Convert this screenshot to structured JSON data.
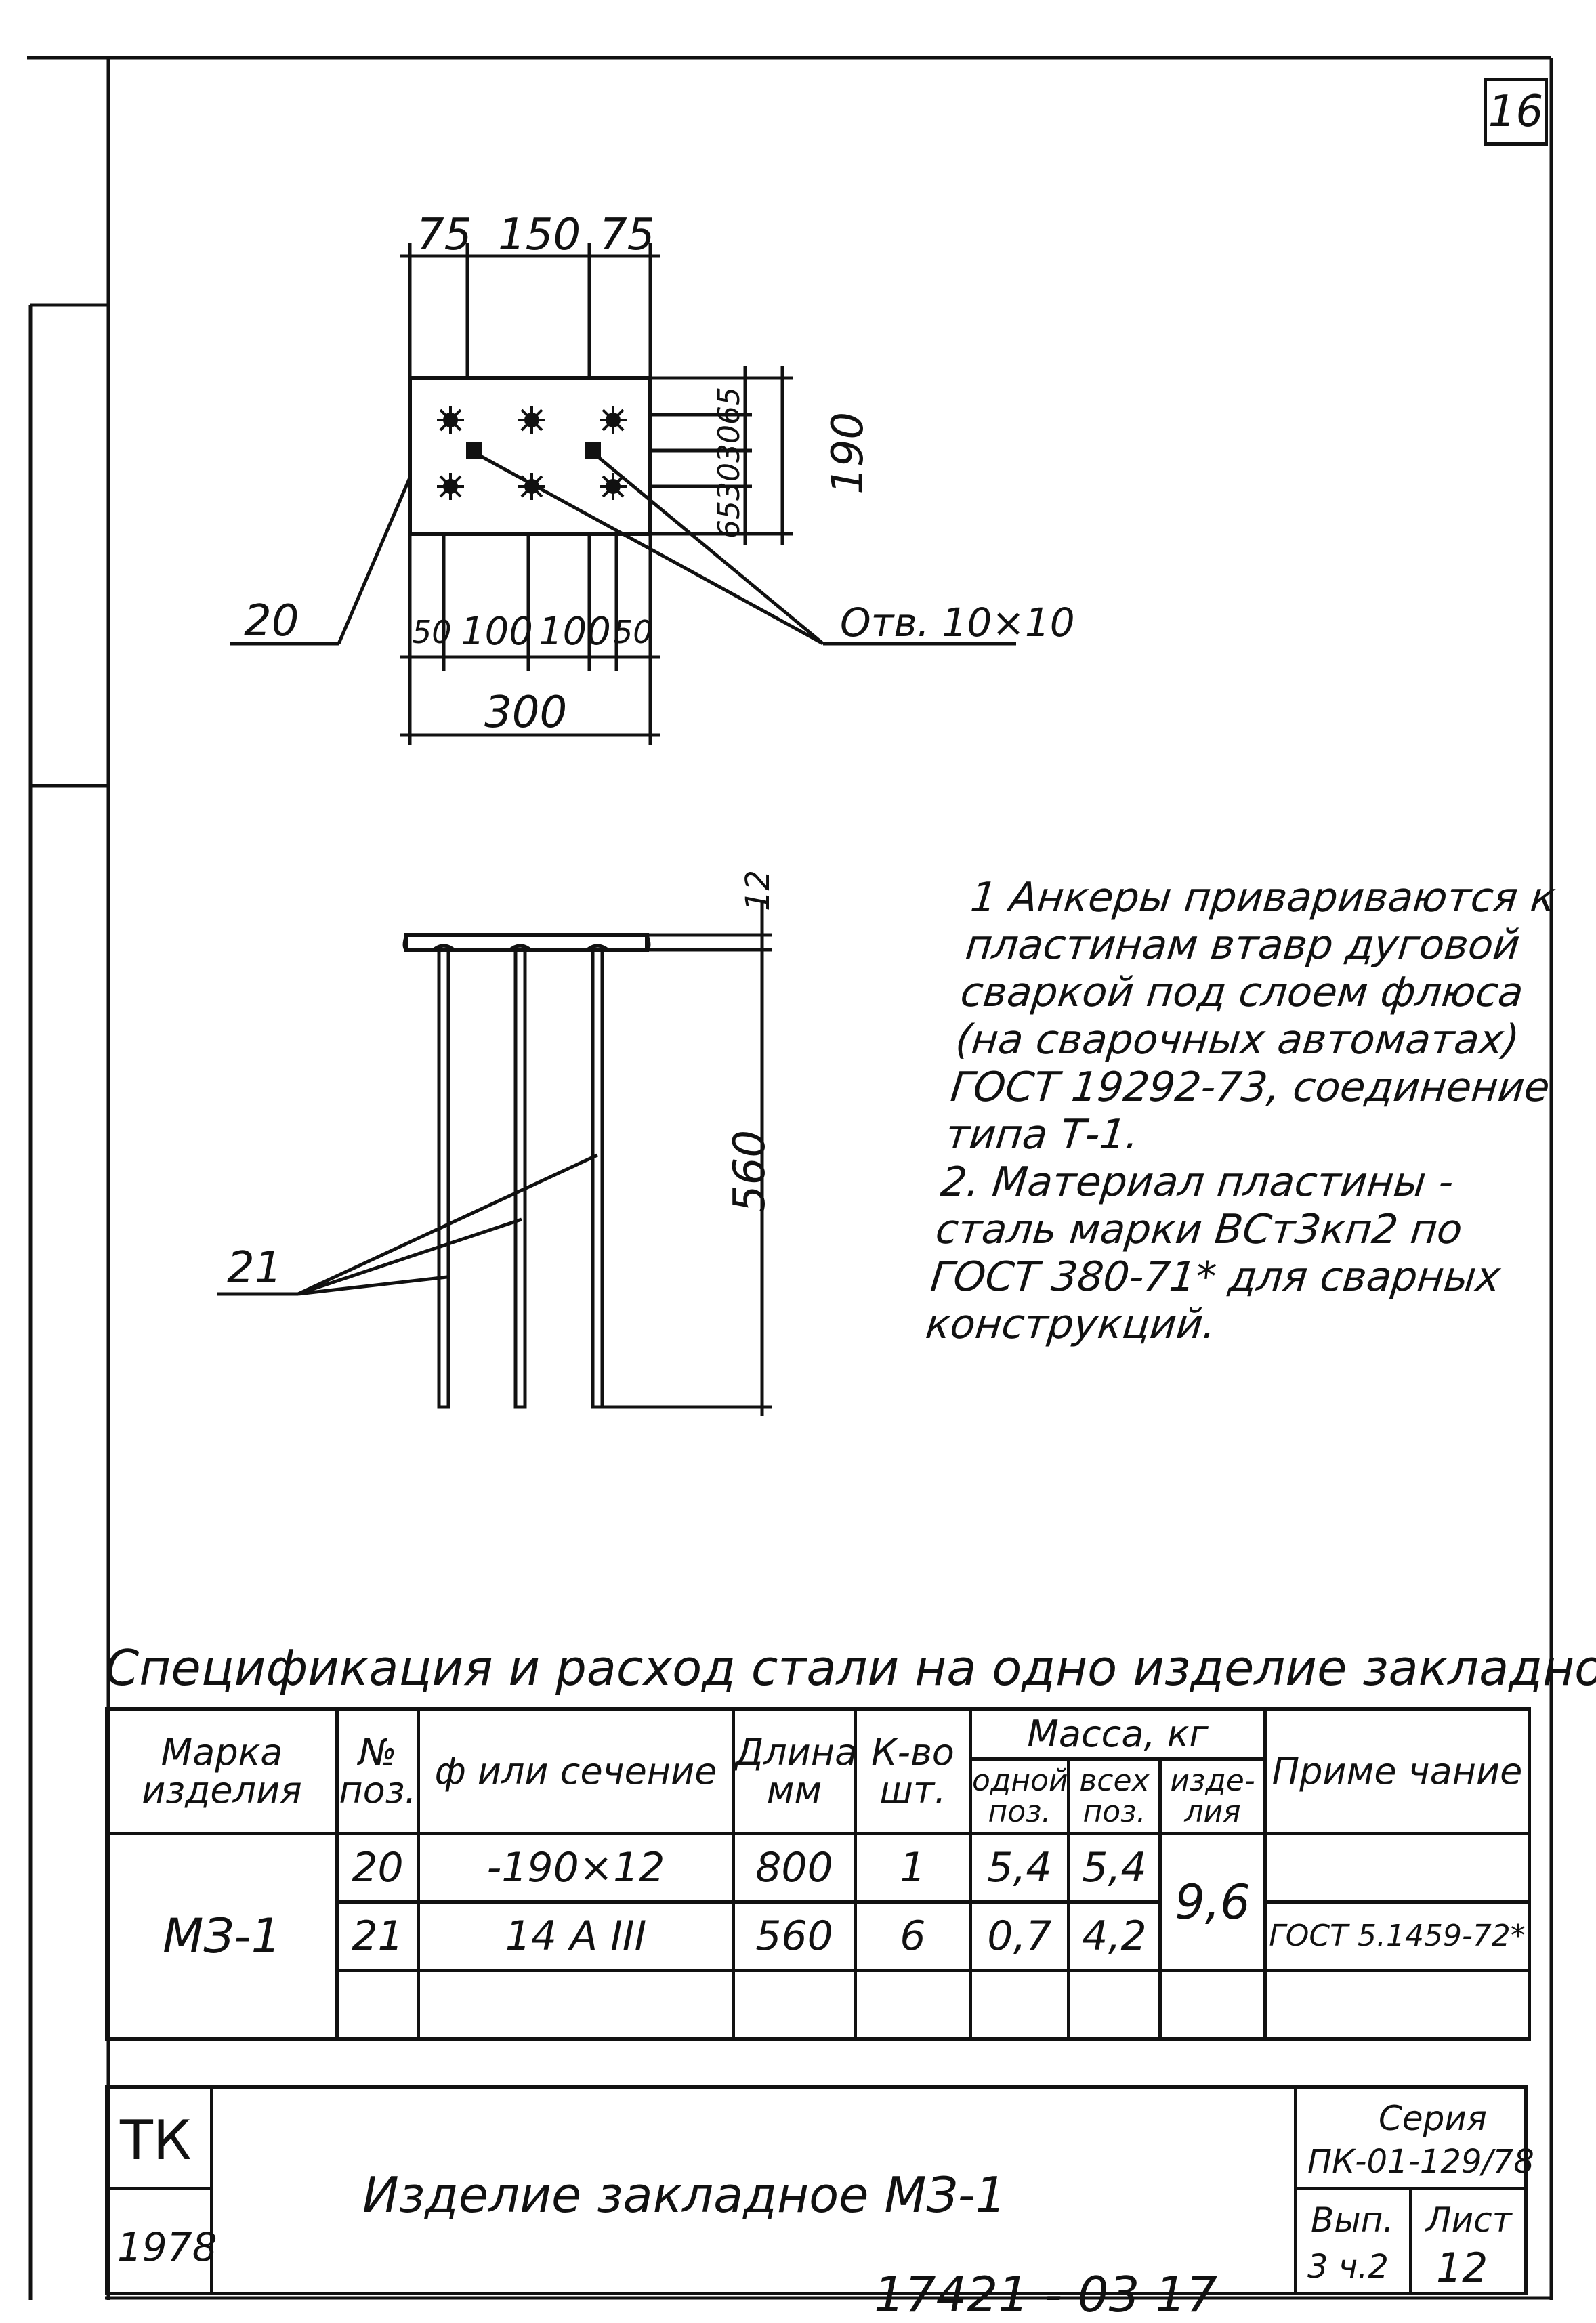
{
  "sheet_number": "16",
  "plan_view": {
    "dim_top": [
      "75",
      "150",
      "75"
    ],
    "dim_right_small": [
      "65",
      "30",
      "30",
      "65"
    ],
    "dim_right_total": "190",
    "dim_bottom": [
      "50",
      "100",
      "100",
      "50"
    ],
    "dim_bottom_total": "300",
    "label_plate": "20",
    "label_holes": "Отв. 10×10"
  },
  "side_view": {
    "dim_thickness": "12",
    "dim_length": "560",
    "label_anchors": "21"
  },
  "notes": "1 Анкеры привариваются к пластинам втавр дуговой сваркой под слоем флюса (на сварочных автоматах) ГОСТ 19292-73, соединение типа Т-1.\n2. Материал пластины - сталь марки ВСт3кп2 по ГОСТ 380-71* для сварных конструкций.",
  "spec": {
    "title": "Спецификация и расход стали на одно изделие закладное",
    "headers": {
      "mark": "Марка изделия",
      "pos": "№ поз.",
      "section": "ф или сечение",
      "length": "Длина мм",
      "qty": "К-во шт.",
      "mass": "Масса, кг",
      "mass_one": "одной поз.",
      "mass_all": "всех поз.",
      "mass_item": "изде- лия",
      "note": "Приме чание"
    },
    "mark_value": "МЗ-1",
    "item_mass": "9,6",
    "rows": [
      {
        "pos": "20",
        "section": "-190×12",
        "length": "800",
        "qty": "1",
        "mass_one": "5,4",
        "mass_all": "5,4",
        "note": ""
      },
      {
        "pos": "21",
        "section": "14 A III",
        "length": "560",
        "qty": "6",
        "mass_one": "0,7",
        "mass_all": "4,2",
        "note": "ГОСТ 5.1459-72*"
      }
    ]
  },
  "titleblock": {
    "org": "ТК",
    "year": "1978",
    "title": "Изделие закладное МЗ-1",
    "series_label": "Серия",
    "series_value": "ПК-01-129/78",
    "issue_label": "Вып.",
    "issue_value": "3 ч.2",
    "sheet_label": "Лист",
    "sheet_value": "12"
  },
  "bottom_number": "17421 - 03   17"
}
